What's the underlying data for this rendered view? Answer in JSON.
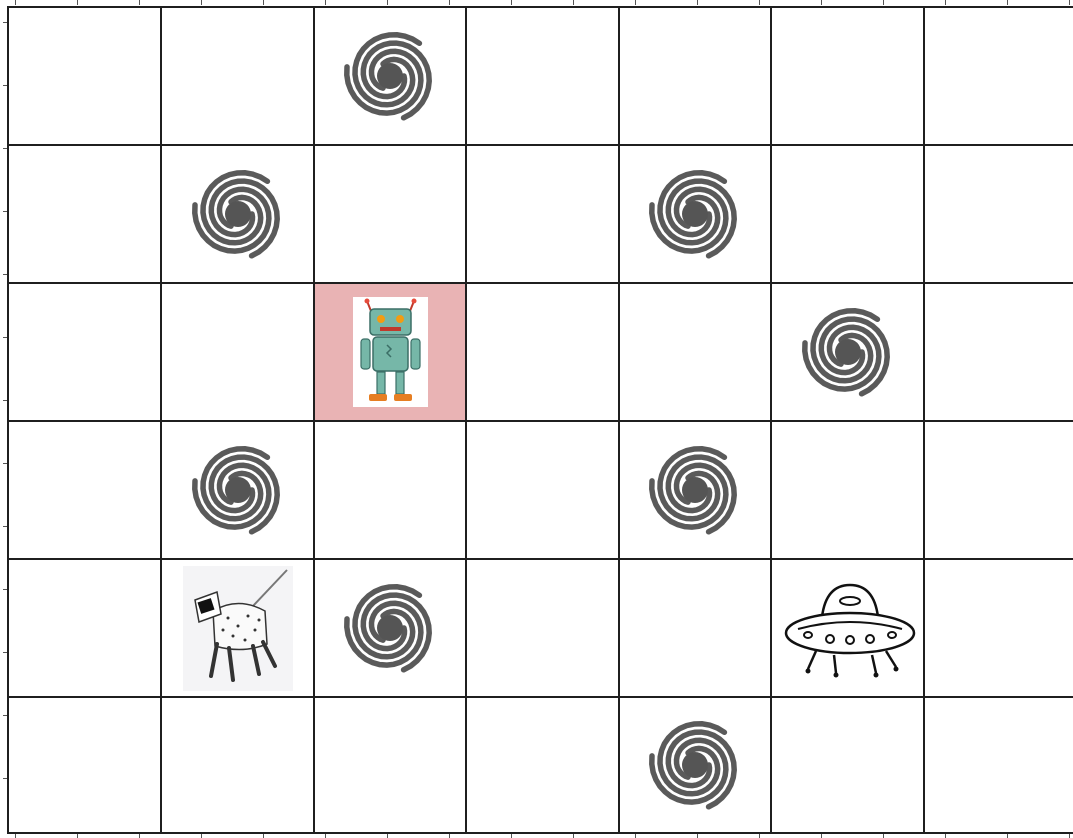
{
  "grid": {
    "rows": 6,
    "cols": 7
  },
  "highlight_color": "#e9b3b4",
  "line_color": "#1f1f1f",
  "pieces": [
    {
      "type": "black-hole",
      "row": 0,
      "col": 2
    },
    {
      "type": "black-hole",
      "row": 1,
      "col": 1
    },
    {
      "type": "black-hole",
      "row": 1,
      "col": 4
    },
    {
      "type": "robot",
      "row": 2,
      "col": 2,
      "highlighted": true
    },
    {
      "type": "black-hole",
      "row": 2,
      "col": 5
    },
    {
      "type": "black-hole",
      "row": 3,
      "col": 1
    },
    {
      "type": "black-hole",
      "row": 3,
      "col": 4
    },
    {
      "type": "robot-dog",
      "row": 4,
      "col": 1
    },
    {
      "type": "black-hole",
      "row": 4,
      "col": 2
    },
    {
      "type": "ufo",
      "row": 4,
      "col": 5
    },
    {
      "type": "black-hole",
      "row": 5,
      "col": 4
    }
  ]
}
